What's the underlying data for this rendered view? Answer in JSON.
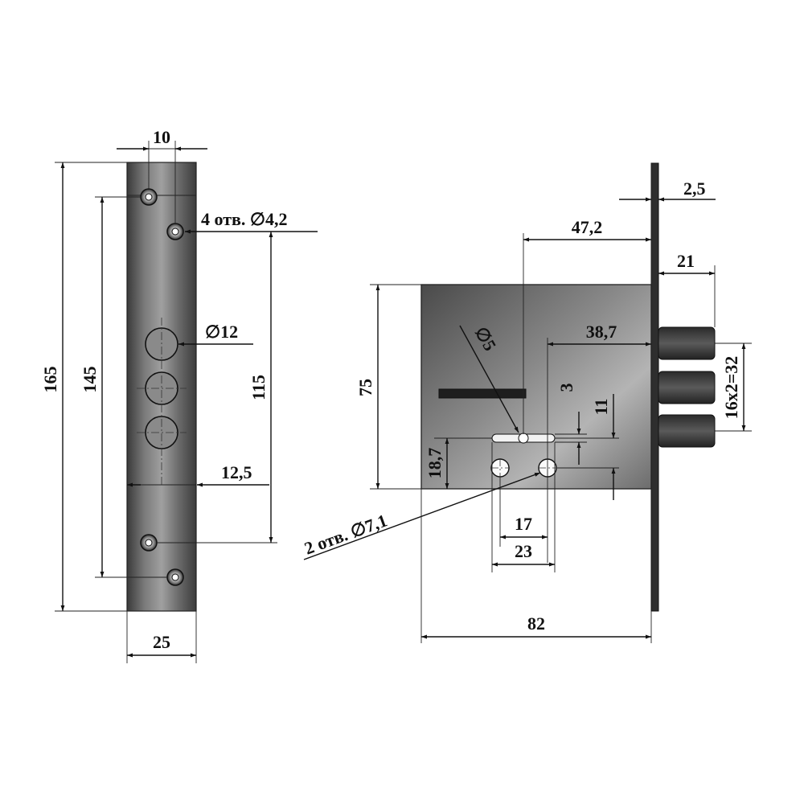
{
  "front_view": {
    "dims": {
      "width_top": "10",
      "holes_note": "4 отв. ∅4,2",
      "cylinder_diam": "∅12",
      "offset": "12,5",
      "height_total": "165",
      "height_mid": "145",
      "span_115": "115",
      "width_bottom": "25"
    }
  },
  "side_view": {
    "dims": {
      "plate_thickness": "2,5",
      "backset": "47,2",
      "bolt_length": "21",
      "key_offset": "38,7",
      "bolt_spacing": "16x2=32",
      "body_height": "75",
      "slot_height": "3",
      "dist_11": "11",
      "dist_18_7": "18,7",
      "pin_diam": "∅5",
      "holes_note": "2 отв. ∅7,1",
      "dist_17": "17",
      "dist_23": "23",
      "body_width": "82"
    }
  }
}
